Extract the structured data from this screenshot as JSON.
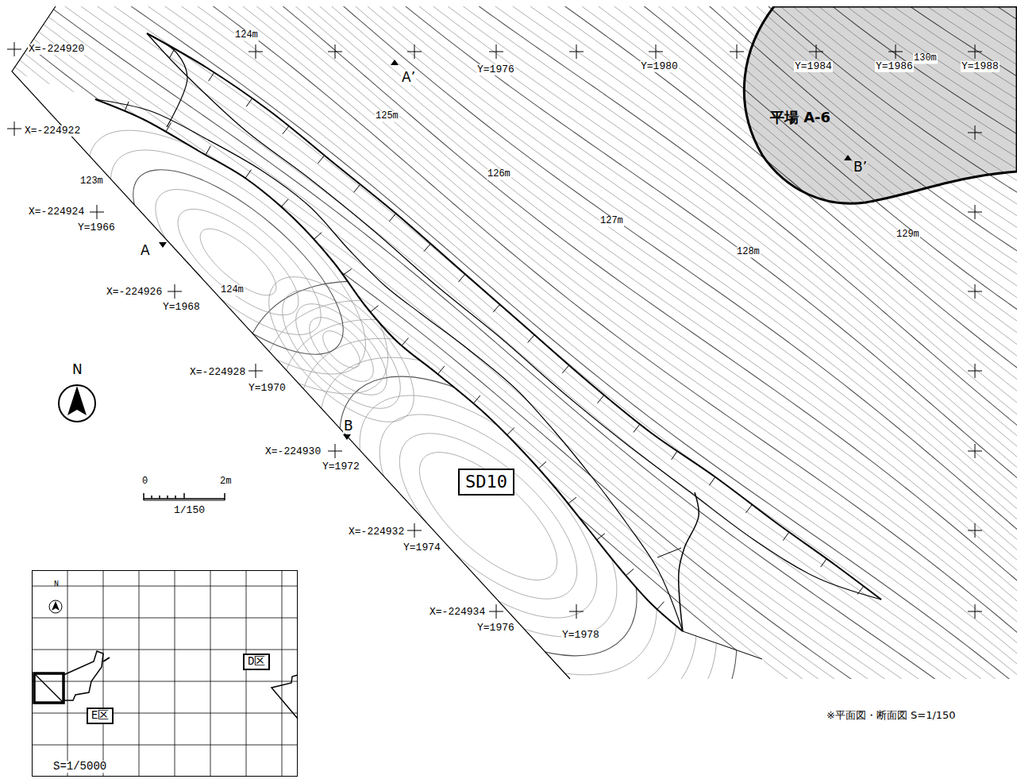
{
  "diagram": {
    "nodes": [
      {
        "text": [
          "平場 A-6"
        ]
      },
      {
        "text": [
          "SD10"
        ]
      },
      {
        "text": [
          "N",
          "S=1/5000"
        ]
      },
      {
        "text": [
          "D区"
        ],
        "in": 2
      },
      {
        "text": [
          "E区"
        ],
        "in": 2
      }
    ],
    "labels": [
      "X=-224920",
      "X=-224922",
      "X=-224924",
      "Y=1966",
      "X=-224926",
      "Y=1968",
      "X=-224928",
      "Y=1970",
      "X=-224930",
      "Y=1972",
      "X=-224932",
      "Y=1974",
      "X=-224934",
      "Y=1976",
      "Y=1978",
      "Y=1976",
      "Y=1980",
      "Y=1984",
      "Y=1986",
      "Y=1988",
      "124m",
      "125m",
      "126m",
      "127m",
      "128m",
      "129m",
      "130m",
      "123m",
      "124m",
      "A",
      "A’",
      "B",
      "B’",
      "N",
      "0",
      "2m",
      "1/150",
      "※平面図・断面図 S=1/150"
    ]
  }
}
